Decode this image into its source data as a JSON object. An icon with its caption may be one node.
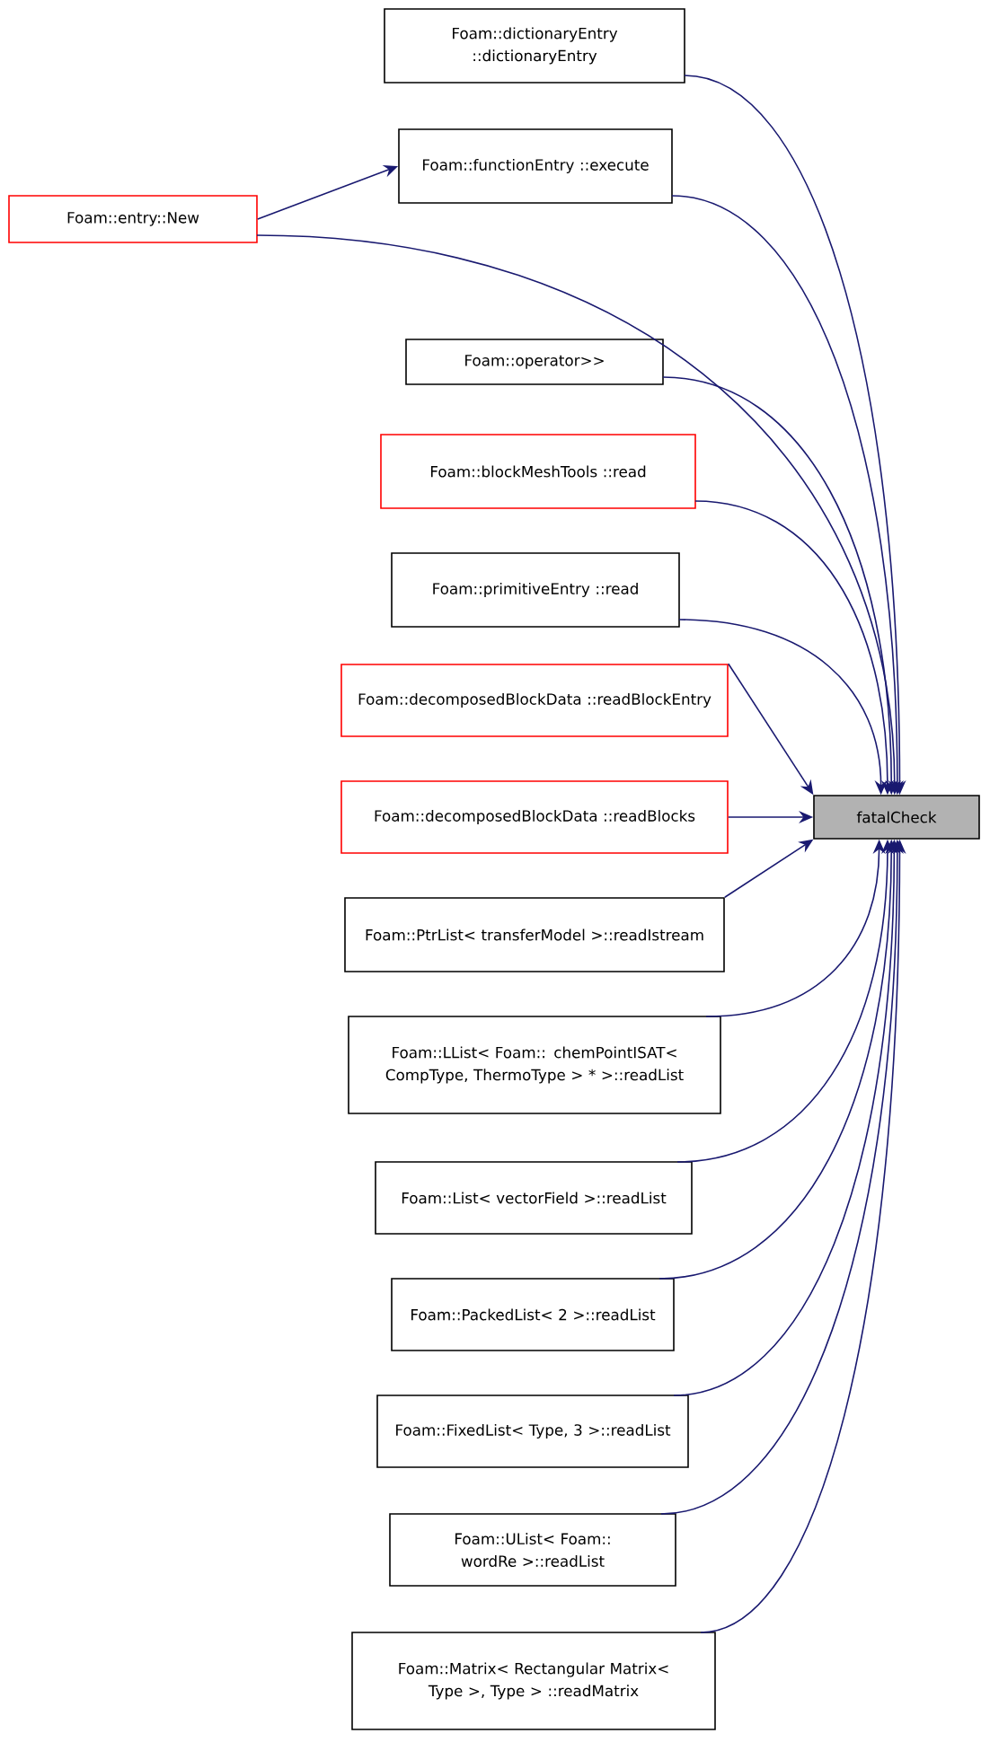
{
  "diagram": {
    "nodes": [
      {
        "text": [
          "Foam::dictionaryEntry ::dictionaryEntry"
        ]
      },
      {
        "text": [
          "Foam::functionEntry ::execute"
        ]
      },
      {
        "text": [
          "Foam::entry::New"
        ]
      },
      {
        "text": [
          "Foam::operator>>"
        ]
      },
      {
        "text": [
          "Foam::blockMeshTools ::read"
        ]
      },
      {
        "text": [
          "Foam::primitiveEntry ::read"
        ]
      },
      {
        "text": [
          "Foam::decomposedBlockData ::readBlockEntry"
        ]
      },
      {
        "text": [
          "Foam::decomposedBlockData ::readBlocks"
        ]
      },
      {
        "text": [
          "fatalCheck"
        ]
      },
      {
        "text": [
          "Foam::PtrList< transferModel >::readIstream"
        ]
      },
      {
        "text": [
          "Foam::LList< Foam:: chemPointISAT< CompType, ThermoType > * >::readList"
        ]
      },
      {
        "text": [
          "Foam::List< vectorField >::readList"
        ]
      },
      {
        "text": [
          "Foam::PackedList< 2 >::readList"
        ]
      },
      {
        "text": [
          "Foam::FixedList< Type, 3 >::readList"
        ]
      },
      {
        "text": [
          "Foam::UList< Foam:: wordRe >::readList"
        ]
      },
      {
        "text": [
          "Foam::Matrix< Rectangular Matrix< Type >, Type > ::readMatrix"
        ]
      }
    ],
    "edges": [
      {
        "from": 0,
        "to": 8,
        "arrow": "to"
      },
      {
        "from": 1,
        "to": 8,
        "arrow": "to"
      },
      {
        "from": 2,
        "to": 1,
        "arrow": "to"
      },
      {
        "from": 2,
        "to": 8,
        "arrow": "to"
      },
      {
        "from": 3,
        "to": 8,
        "arrow": "to"
      },
      {
        "from": 4,
        "to": 8,
        "arrow": "to"
      },
      {
        "from": 5,
        "to": 8,
        "arrow": "to"
      },
      {
        "from": 6,
        "to": 8,
        "arrow": "to"
      },
      {
        "from": 7,
        "to": 8,
        "arrow": "to"
      },
      {
        "from": 9,
        "to": 8,
        "arrow": "to"
      },
      {
        "from": 10,
        "to": 8,
        "arrow": "to"
      },
      {
        "from": 11,
        "to": 8,
        "arrow": "to"
      },
      {
        "from": 12,
        "to": 8,
        "arrow": "to"
      },
      {
        "from": 13,
        "to": 8,
        "arrow": "to"
      },
      {
        "from": 14,
        "to": 8,
        "arrow": "to"
      },
      {
        "from": 15,
        "to": 8,
        "arrow": "to"
      }
    ]
  }
}
